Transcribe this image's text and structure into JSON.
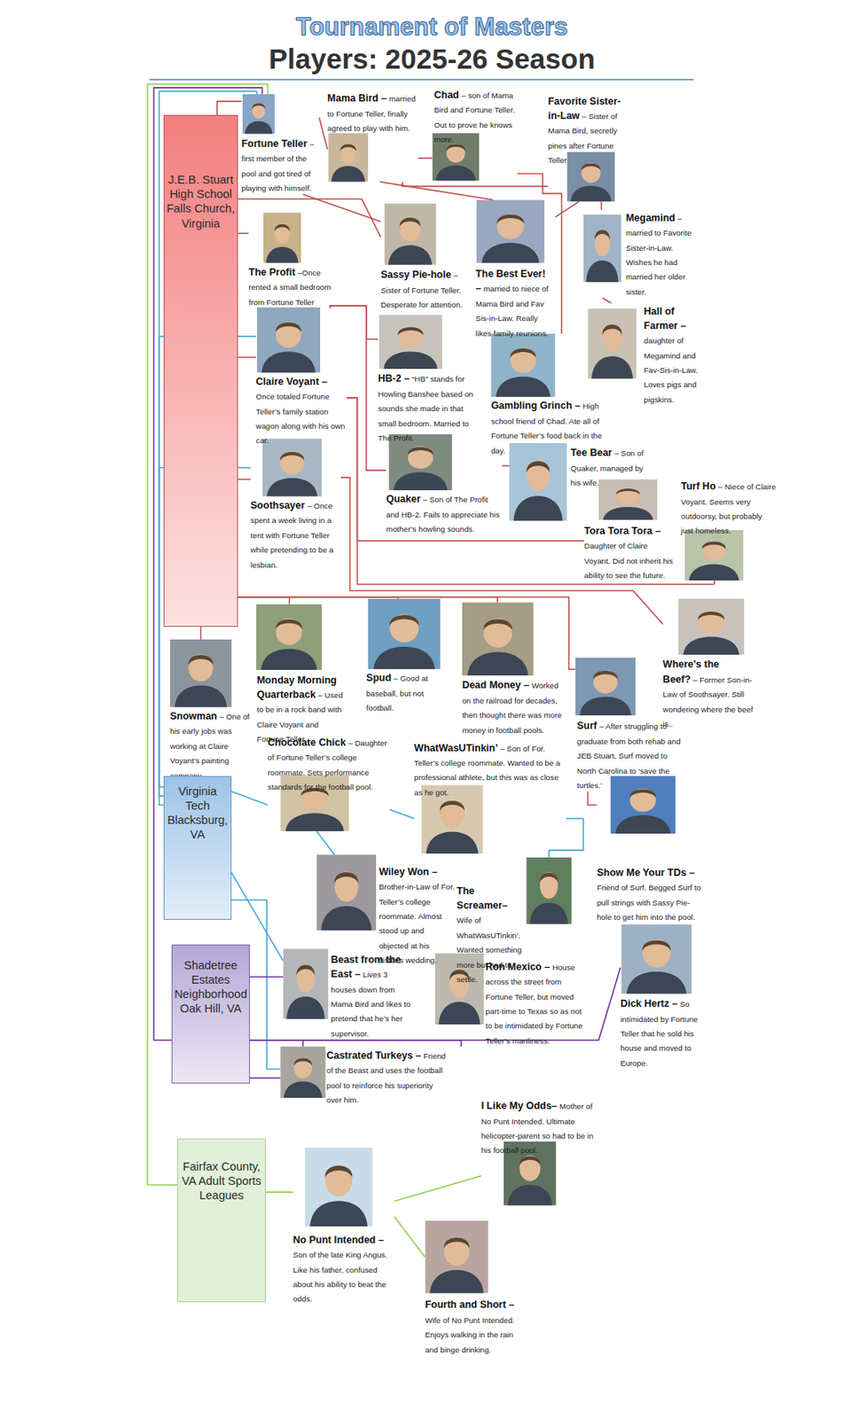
{
  "diagram": {
    "title": "Tournament of Masters",
    "nodes": [
      {
        "text": [
          "J.E.B. Stuart High School Falls Church, Virginia"
        ]
      },
      {
        "text": [
          "Fortune Teller",
          "– first member of the pool and got tired of playing with himself."
        ]
      },
      {
        "text": [
          "Mama Bird –",
          "married to Fortune Teller, finally agreed to play with him."
        ]
      },
      {
        "text": [
          "Chad",
          "– son of Mama Bird and Fortune Teller. Out to prove he knows more."
        ]
      },
      {
        "text": [
          "Favorite Sister-in-Law",
          "– Sister of Mama Bird, secretly pines after Fortune Teller"
        ]
      },
      {
        "text": [
          "Megamind",
          "– married to Favorite Sister-in-Law. Wishes he had married her older sister."
        ]
      },
      {
        "text": [
          "The Profit",
          "–Once rented a small bedroom from Fortune Teller"
        ]
      },
      {
        "text": [
          "Sassy Pie-hole",
          "– Sister of Fortune Teller. Desperate for attention."
        ]
      },
      {
        "text": [
          "The Best Ever! –",
          "married to niece of Mama Bird and Fav Sis-in-Law. Really likes family reunions."
        ]
      },
      {
        "text": [
          "Hall of Farmer –",
          "daughter of Megamind and Fav-Sis-in-Law. Loves pigs and pigskins."
        ]
      },
      {
        "text": [
          "Claire Voyant –",
          "Once totaled Fortune Teller’s family station wagon along with his own car."
        ]
      },
      {
        "text": [
          "HB-2 –",
          "“HB” stands for Howling Banshee based on sounds she made in that small bedroom. Married to The Profit."
        ]
      },
      {
        "text": [
          "Gambling Grinch –",
          "High school friend of Chad. Ate all of Fortune Teller’s food back in the day."
        ]
      },
      {
        "text": [
          "Soothsayer",
          "– Once spent a week living in a tent with Fortune Teller while pretending to be a lesbian."
        ]
      },
      {
        "text": [
          "Quaker",
          "– Son of The Profit and HB-2. Fails to appreciate his mother’s howling sounds."
        ]
      },
      {
        "text": [
          "Tee Bear",
          "– Son of Quaker, managed by his wife."
        ]
      },
      {
        "text": [
          "Turf Ho",
          "– Niece of Claire Voyant. Seems very outdoorsy, but probably just homeless."
        ]
      },
      {
        "text": [
          "Tora Tora Tora –",
          "Daughter of Claire Voyant. Did not inherit his ability to see the future."
        ]
      },
      {
        "text": [
          "Where’s the Beef?",
          "– Former Son-in-Law of Soothsayer. Still wondering where the beef is.."
        ]
      },
      {
        "text": [
          "Snowman",
          "– One of his early jobs was working at Claire Voyant’s painting company."
        ]
      },
      {
        "text": [
          "Monday Morning Quarterback",
          "– Used to be in a rock band with Claire Voyant and Fortune Teller."
        ]
      },
      {
        "text": [
          "Spud",
          "– Good at baseball, but not football."
        ]
      },
      {
        "text": [
          "Dead Money –",
          "Worked on the railroad for decades, then thought there was more money in football pools."
        ]
      },
      {
        "text": [
          "Surf",
          "– After struggling to graduate from both rehab and JEB Stuart, Surf moved to North Carolina to ‘save the turtles.’"
        ]
      },
      {
        "text": [
          "Chocolate Chick",
          "– Daughter of Fortune Teller’s college roommate. Sets performance standards for the football pool."
        ]
      },
      {
        "text": [
          "WhatWasUTinkin’",
          "– Son of For. Teller’s college roommate. Wanted to be a professional athlete, but this was as close as he got."
        ]
      },
      {
        "text": [
          "Virginia Tech Blacksburg, VA"
        ]
      },
      {
        "text": [
          "Show Me Your TDs –",
          "Friend of Surf. Begged Surf to pull strings with Sassy Pie-hole to get him into the pool."
        ]
      },
      {
        "text": [
          "Wiley Won –",
          "Brother-in-Law of For. Teller’s college roommate. Almost stood up and objected at his sister’s wedding."
        ]
      },
      {
        "text": [
          "The Screamer–",
          "Wife of WhatWasUTinkin’. Wanted something more but had to settle."
        ]
      },
      {
        "text": [
          "Shadetree Estates Neighborhood Oak Hill, VA"
        ]
      },
      {
        "text": [
          "Beast from the East –",
          "Lives 3 houses down from Mama Bird and likes to pretend that he’s her supervisor."
        ]
      },
      {
        "text": [
          "Ron Mexico –",
          "House across the street from Fortune Teller, but moved part-time to Texas so as not to be intimidated by Fortune Teller’s manliness."
        ]
      },
      {
        "text": [
          "Dick Hertz –",
          "So intimidated by Fortune Teller that he sold his house and moved to Europe."
        ]
      },
      {
        "text": [
          "Castrated Turkeys –",
          "Friend of the Beast and uses the football pool to reinforce his superiority over him."
        ]
      },
      {
        "text": [
          "I Like My Odds–",
          "Mother of No Punt Intended. Ultimate helicopter-parent so had to be in his football pool."
        ]
      },
      {
        "text": [
          "Fairfax County, VA Adult Sports Leagues"
        ]
      },
      {
        "text": [
          "No Punt Intended –",
          "Son of the late King Angus. Like his father, confused about his ability to beat the odds."
        ]
      },
      {
        "text": [
          "Fourth and Short –",
          "Wife of No Punt Intended. Enjoys walking in the rain and binge drinking."
        ]
      }
    ],
    "edges": [
      {
        "from": 0,
        "to": 1,
        "arrow": "none"
      },
      {
        "from": 1,
        "to": 2,
        "arrow": "none"
      },
      {
        "from": 1,
        "to": 7,
        "arrow": "none"
      },
      {
        "from": 0,
        "to": 7,
        "arrow": "none"
      },
      {
        "from": 0,
        "to": 6,
        "arrow": "none"
      },
      {
        "from": 0,
        "to": 10,
        "arrow": "none"
      },
      {
        "from": 26,
        "to": 10,
        "arrow": "none"
      },
      {
        "from": 26,
        "to": 13,
        "arrow": "none"
      },
      {
        "from": 0,
        "to": 13,
        "arrow": "none"
      },
      {
        "from": 26,
        "to": 1,
        "arrow": "none"
      },
      {
        "from": 30,
        "to": 1,
        "arrow": "none"
      },
      {
        "from": 36,
        "to": 1,
        "arrow": "none"
      },
      {
        "from": 2,
        "to": 3,
        "arrow": "none"
      },
      {
        "from": 2,
        "to": 4,
        "arrow": "none"
      },
      {
        "from": 2,
        "to": 8,
        "arrow": "none"
      },
      {
        "from": 4,
        "to": 8,
        "arrow": "none"
      },
      {
        "from": 4,
        "to": 5,
        "arrow": "none"
      },
      {
        "from": 5,
        "to": 9,
        "arrow": "none"
      },
      {
        "from": 3,
        "to": 12,
        "arrow": "none"
      },
      {
        "from": 6,
        "to": 11,
        "arrow": "none"
      },
      {
        "from": 6,
        "to": 14,
        "arrow": "none"
      },
      {
        "from": 14,
        "to": 15,
        "arrow": "none"
      },
      {
        "from": 10,
        "to": 17,
        "arrow": "none"
      },
      {
        "from": 10,
        "to": 16,
        "arrow": "none"
      },
      {
        "from": 13,
        "to": 18,
        "arrow": "none"
      },
      {
        "from": 0,
        "to": 19,
        "arrow": "none"
      },
      {
        "from": 0,
        "to": 20,
        "arrow": "none"
      },
      {
        "from": 0,
        "to": 21,
        "arrow": "none"
      },
      {
        "from": 0,
        "to": 22,
        "arrow": "none"
      },
      {
        "from": 0,
        "to": 23,
        "arrow": "none"
      },
      {
        "from": 23,
        "to": 27,
        "arrow": "none"
      },
      {
        "from": 26,
        "to": 24,
        "arrow": "none"
      },
      {
        "from": 24,
        "to": 25,
        "arrow": "none"
      },
      {
        "from": 24,
        "to": 28,
        "arrow": "none"
      },
      {
        "from": 25,
        "to": 29,
        "arrow": "none"
      },
      {
        "from": 26,
        "to": 31,
        "arrow": "none"
      },
      {
        "from": 26,
        "to": 34,
        "arrow": "none"
      },
      {
        "from": 30,
        "to": 31,
        "arrow": "none"
      },
      {
        "from": 30,
        "to": 34,
        "arrow": "none"
      },
      {
        "from": 30,
        "to": 32,
        "arrow": "none"
      },
      {
        "from": 30,
        "to": 33,
        "arrow": "none"
      },
      {
        "from": 31,
        "to": 34,
        "arrow": "none"
      },
      {
        "from": 36,
        "to": 37,
        "arrow": "none"
      },
      {
        "from": 37,
        "to": 35,
        "arrow": "none"
      },
      {
        "from": 37,
        "to": 38,
        "arrow": "none"
      }
    ],
    "labels": [
      "Players: 2025-26 Season"
    ]
  }
}
